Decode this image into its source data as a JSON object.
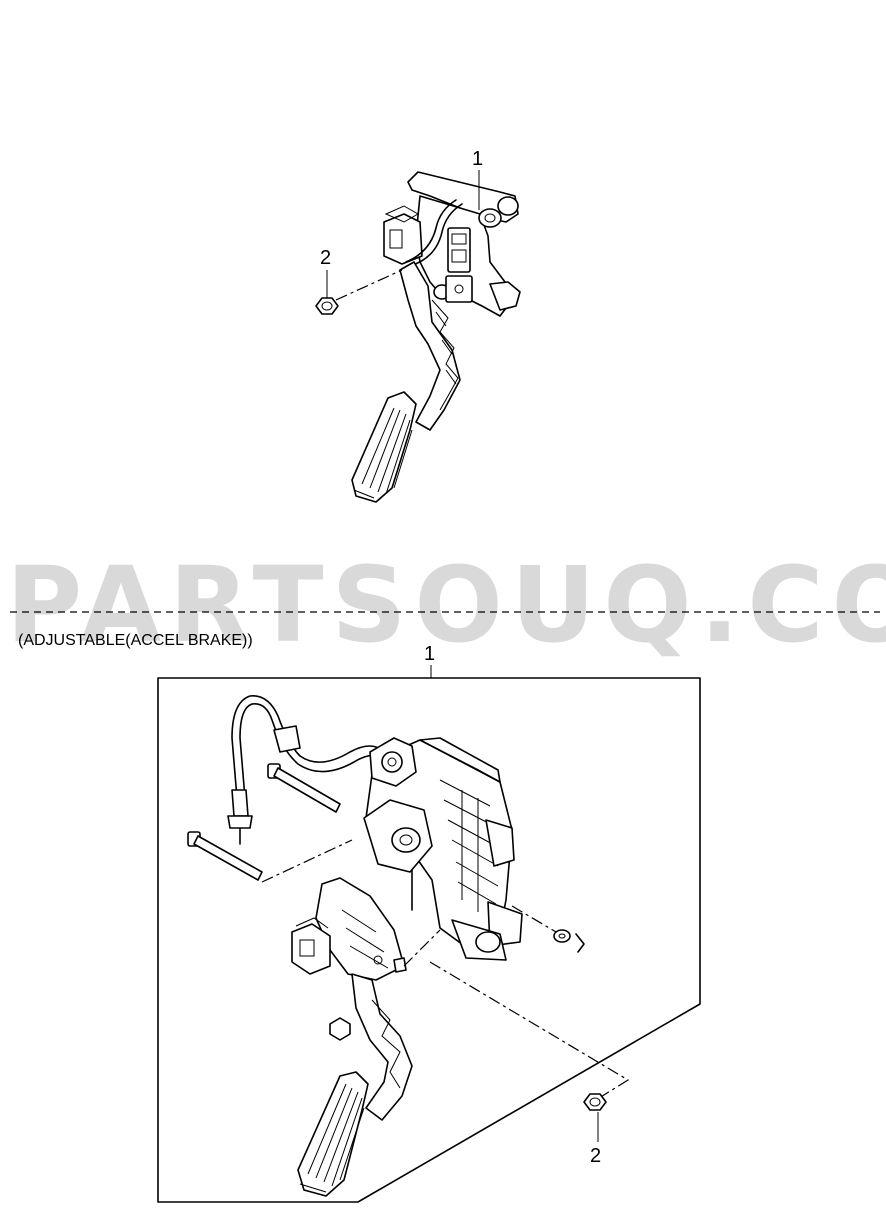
{
  "watermark": "PARTSOUQ.COM",
  "variant_caption": "(ADJUSTABLE(ACCEL  BRAKE))",
  "top_assembly": {
    "part_callouts": [
      "1",
      "2"
    ]
  },
  "bottom_assembly": {
    "part_callouts": [
      "1",
      "2"
    ]
  }
}
